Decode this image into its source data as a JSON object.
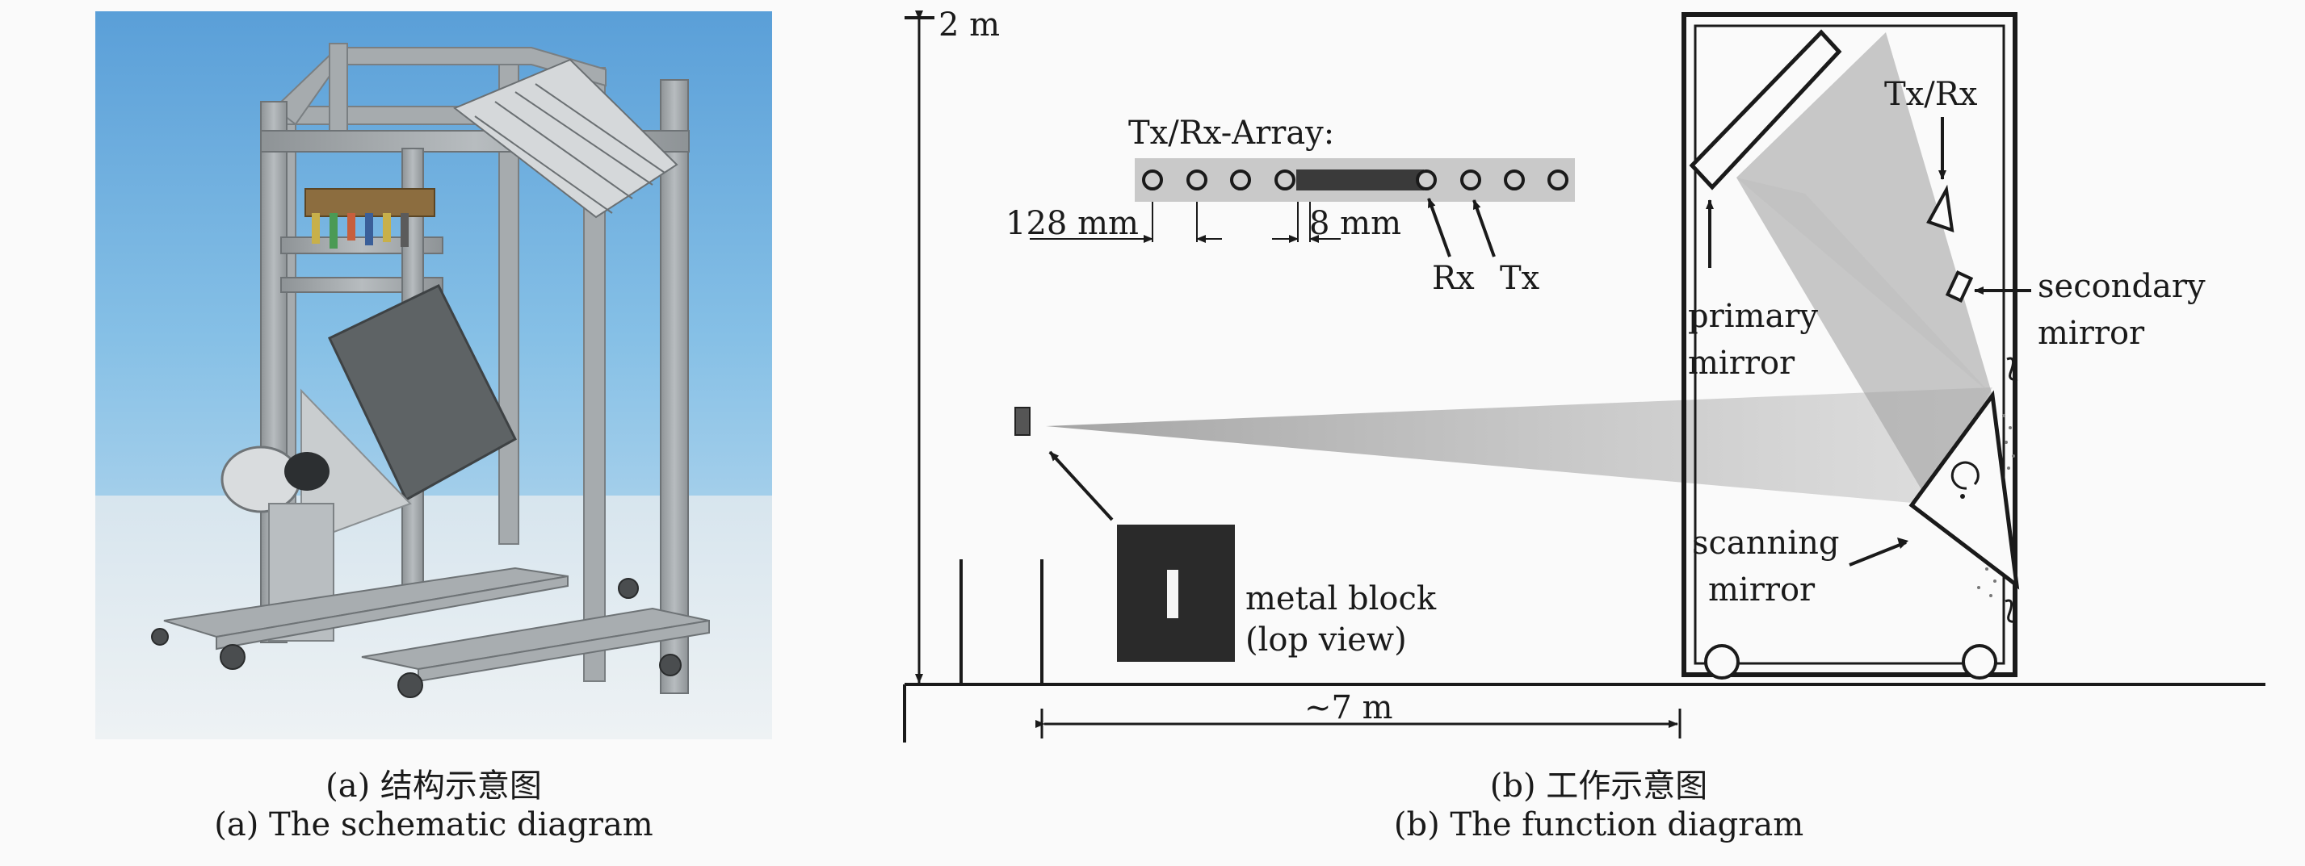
{
  "panel_b": {
    "height_label": "2 m",
    "array_title": "Tx/Rx-Array:",
    "dim_128": "128 mm",
    "dim_8": "8 mm",
    "rx_label": "Rx",
    "tx_label": "Tx",
    "txrx_label": "Tx/Rx",
    "primary_mirror": [
      "primary",
      "mirror"
    ],
    "secondary_mirror": [
      "secondary",
      "mirror"
    ],
    "scanning_mirror": [
      "scanning",
      "mirror"
    ],
    "metal_block": [
      "metal block",
      "(lop view)"
    ],
    "distance_label": "~7 m"
  },
  "captions": {
    "a_cn": "(a) 结构示意图",
    "a_en": "(a) The schematic diagram",
    "b_cn": "(b) 工作示意图",
    "b_en": "(b) The function diagram"
  }
}
